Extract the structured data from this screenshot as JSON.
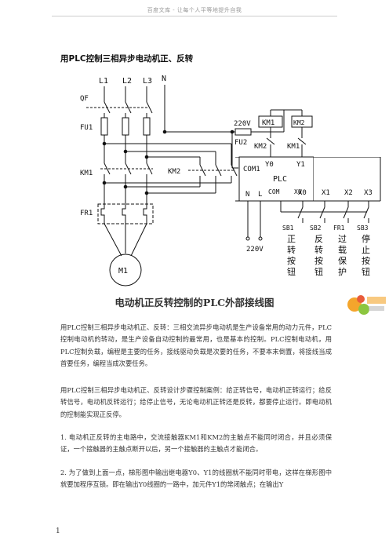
{
  "header": {
    "text": "百度文库 - 让每个人平等地提升自我"
  },
  "doc": {
    "title": "用PLC控制三相异步电动机正、反转",
    "caption": "电动机正反转控制的PLC外部接线图",
    "paragraphs": [
      "用PLC控制三相异步电动机正、反转：三相交流异步电动机是生产设备常用的动力元件，PLC控制电动机的转动，是生产设备自动控制的最常用，也是基本的控制。PLC控制电动机，用PLC控制负载，编程是主要的任务，接线驱动负载是次要的任务，不要本末倒置，将接线当成首要任务，编程当成次要任务。",
      "用PLC控制三相异步电动机正、反转设计步骤控制案例：给正转信号，电动机正转运行；给反转信号，电动机反转运行；给停止信号，无论电动机正转还是反转，都要停止运行。即电动机的控制能实现正反停。",
      "1. 电动机正反转的主电路中，交流接触器KM1和KM2的主触点不能同时闭合，并且必须保证，一个接触器的主触点断开以后，另一个接触器的主触点才能闭合。",
      "2. 为了做到上面一点，梯形图中输出继电器Y0、Y1的线圈就不能同时带电，这样在梯形图中就要加程序互锁。即在输出Y0线圈的一路中，加元件Y1的常闭触点；在输出Y"
    ],
    "page_number": "1"
  },
  "diagram": {
    "phase_labels": [
      "L1",
      "L2",
      "L3",
      "N"
    ],
    "qf": "QF",
    "fu1": "FU1",
    "km1": "KM1",
    "km2": "KM2",
    "fr1": "FR1",
    "motor": "M1",
    "voltage_top": "220V",
    "fu2": "FU2",
    "coil_km1": "KM1",
    "coil_km2": "KM2",
    "contact_km2": "KM2",
    "contact_km1": "KM1",
    "plc_y0": "Y0",
    "plc_y1": "Y1",
    "plc_com1": "COM1",
    "plc_name": "PLC",
    "plc_n": "N",
    "plc_l": "L",
    "plc_com": "COM",
    "plc_x0": "X0",
    "plc_x1": "X1",
    "plc_x2": "X2",
    "plc_x3": "X3",
    "sb1": "SB1",
    "sb2": "SB2",
    "fr1_input": "FR1",
    "sb3": "SB3",
    "voltage_bottom": "220V",
    "label_fwd": [
      "正",
      "转",
      "按",
      "钮"
    ],
    "label_rev": [
      "反",
      "转",
      "按",
      "钮"
    ],
    "label_overload": [
      "过",
      "载",
      "保",
      "护"
    ],
    "label_stop": [
      "停",
      "止",
      "按",
      "钮"
    ]
  }
}
